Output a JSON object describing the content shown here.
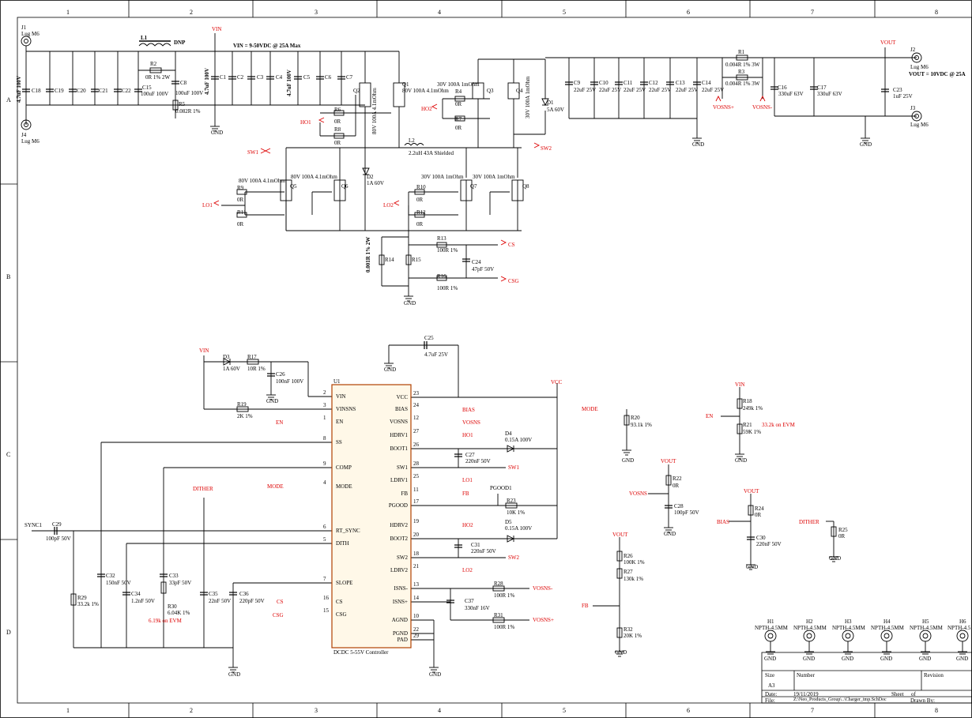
{
  "sheet": {
    "columns": [
      "1",
      "2",
      "3",
      "4",
      "5",
      "6",
      "7",
      "8"
    ],
    "rows": [
      "A",
      "B",
      "C",
      "D"
    ]
  },
  "nets": {
    "vin": "VIN",
    "vin_note": "VIN = 9-50VDC @ 25A Max",
    "vout": "VOUT",
    "vout_note": "VOUT = 10VDC @ 25A",
    "vcc": "VCC",
    "gnd": "GND",
    "sw1": "SW1",
    "sw2": "SW2",
    "ho1": "HO1",
    "ho2": "HO2",
    "lo1": "LO1",
    "lo2": "LO2",
    "cs": "CS",
    "csg": "CSG",
    "vosns_p": "VOSNS+",
    "vosns_n": "VOSNS-",
    "vosns": "VOSNS",
    "en": "EN",
    "mode": "MODE",
    "bias": "BIAS",
    "dither": "DITHER",
    "fb": "FB",
    "pgood1": "PGOOD1",
    "sync1": "SYNC1"
  },
  "power_stage": {
    "j1": [
      "J1",
      "Lug M6"
    ],
    "j4": [
      "J4",
      "Lug M6"
    ],
    "j2": [
      "J2",
      "Lug M6"
    ],
    "j3": [
      "J3",
      "Lug M6"
    ],
    "c18": [
      "C18",
      "4.7uF 100V"
    ],
    "c19": "C19",
    "c20": "C20",
    "c21": "C21",
    "c22": "C22",
    "l1": [
      "L1",
      "DNP"
    ],
    "r2": [
      "R2",
      "0R 1% 2W"
    ],
    "c15": [
      "C15",
      "100uF 100V"
    ],
    "c8": [
      "C8",
      "100uF 100V"
    ],
    "r5": [
      "R5",
      "0.082R 1%"
    ],
    "c1": [
      "C1",
      "4.7uF 100V"
    ],
    "c2": "C2",
    "c3": "C3",
    "c4": "C4",
    "c5": "C5",
    "c6": "C6",
    "c7": "C7",
    "c4v": "4.7uF 100V",
    "q1": [
      "Q1",
      "80V 100A 4.1mOhm"
    ],
    "q2": [
      "Q2",
      "80V 100A 4.1mOhm"
    ],
    "r6": [
      "R6",
      "0R"
    ],
    "r8": [
      "R8",
      "0R"
    ],
    "q3": [
      "Q3",
      "30V 100A 1mOhm"
    ],
    "r4": [
      "R4",
      "0R"
    ],
    "r7": [
      "R7",
      "0R"
    ],
    "q4": [
      "Q4",
      "30V 100A 1mOhm"
    ],
    "d1": [
      "D1",
      "5A 60V"
    ],
    "l2": [
      "L2",
      "2.2uH 43A Shielded"
    ],
    "c9": [
      "C9",
      "22uF 25V"
    ],
    "c10": [
      "C10",
      "22uF 25V"
    ],
    "c11": [
      "C11",
      "22uF 25V"
    ],
    "c12": [
      "C12",
      "22uF 25V"
    ],
    "c13": [
      "C13",
      "22uF 25V"
    ],
    "c14": [
      "C14",
      "22uF 25V"
    ],
    "r1": [
      "R1",
      "0.004R 1% 3W"
    ],
    "r3": [
      "R3",
      "0.004R 1% 3W"
    ],
    "c16": [
      "C16",
      "330uF 63V"
    ],
    "c17": [
      "C17",
      "330uF 63V"
    ],
    "c23": [
      "C23",
      "1uF 25V"
    ],
    "q5": [
      "Q5",
      "80V 100A 4.1mOhm"
    ],
    "r9": [
      "R9",
      "0R"
    ],
    "r11": [
      "R11",
      "0R"
    ],
    "q6": [
      "Q6",
      "80V 100A 4.1mOhm"
    ],
    "d2": [
      "D2",
      "1A 60V"
    ],
    "q7": [
      "Q7",
      "30V 100A 1mOhm"
    ],
    "r10": [
      "R10",
      "0R"
    ],
    "r12": [
      "R12",
      "0R"
    ],
    "q8": [
      "Q8",
      "30V 100A 1mOhm"
    ],
    "r14": [
      "R14",
      "0.001R 1% 2W"
    ],
    "r15": "R15",
    "r13": [
      "R13",
      "100R 1%"
    ],
    "r16": [
      "R16",
      "100R 1%"
    ],
    "c24": [
      "C24",
      "47pF 50V"
    ]
  },
  "controller": {
    "ref": "U1",
    "name": "DCDC 5-55V Controller",
    "left_pins": [
      {
        "num": "2",
        "name": "VIN"
      },
      {
        "num": "3",
        "name": "VINSNS"
      },
      {
        "num": "1",
        "name": "EN"
      },
      {
        "num": "8",
        "name": "SS"
      },
      {
        "num": "9",
        "name": "COMP"
      },
      {
        "num": "4",
        "name": "MODE"
      },
      {
        "num": "6",
        "name": "RT_SYNC"
      },
      {
        "num": "5",
        "name": "DITH"
      },
      {
        "num": "7",
        "name": "SLOPE"
      },
      {
        "num": "16",
        "name": "CS"
      },
      {
        "num": "15",
        "name": "CSG"
      }
    ],
    "right_pins": [
      {
        "num": "23",
        "name": "VCC"
      },
      {
        "num": "24",
        "name": "BIAS"
      },
      {
        "num": "12",
        "name": "VOSNS"
      },
      {
        "num": "27",
        "name": "HDRV1"
      },
      {
        "num": "26",
        "name": "BOOT1"
      },
      {
        "num": "28",
        "name": "SW1"
      },
      {
        "num": "25",
        "name": "LDRV1"
      },
      {
        "num": "11",
        "name": "FB"
      },
      {
        "num": "17",
        "name": "PGOOD"
      },
      {
        "num": "19",
        "name": "HDRV2"
      },
      {
        "num": "20",
        "name": "BOOT2"
      },
      {
        "num": "18",
        "name": "SW2"
      },
      {
        "num": "21",
        "name": "LDRV2"
      },
      {
        "num": "13",
        "name": "ISNS-"
      },
      {
        "num": "14",
        "name": "ISNS+"
      },
      {
        "num": "10",
        "name": "AGND"
      },
      {
        "num": "22",
        "name": "PGND"
      },
      {
        "num": "29",
        "name": "PAD"
      }
    ]
  },
  "control_parts": {
    "d3": [
      "D3",
      "1A 60V"
    ],
    "r17": [
      "R17",
      "10R 1%"
    ],
    "c26": [
      "C26",
      "100nF 100V"
    ],
    "r19": [
      "R19",
      "2K 1%"
    ],
    "c25": [
      "C25",
      "4.7uF 25V"
    ],
    "c27": [
      "C27",
      "220nF 50V"
    ],
    "d4": [
      "D4",
      "0.15A 100V"
    ],
    "r23": [
      "R23",
      "10K 1%"
    ],
    "d5": [
      "D5",
      "0.15A 100V"
    ],
    "c31": [
      "C31",
      "220nF 50V"
    ],
    "r28": [
      "R28",
      "100R 1%"
    ],
    "c37": [
      "C37",
      "330nF 16V"
    ],
    "r31": [
      "R31",
      "100R 1%"
    ],
    "c29": [
      "C29",
      "100pF 50V"
    ],
    "r29": [
      "R29",
      "33.2k 1%"
    ],
    "c32": [
      "C32",
      "150nF 50V"
    ],
    "c34": [
      "C34",
      "1.2nF 50V"
    ],
    "c33": [
      "C33",
      "33pF 50V"
    ],
    "r30": [
      "R30",
      "6.04K 1%"
    ],
    "r30_note": "6.19k on EVM",
    "c35": [
      "C35",
      "22nF 50V"
    ],
    "c36": [
      "C36",
      "220pF 50V"
    ],
    "r20": [
      "R20",
      "93.1k 1%"
    ],
    "r18": [
      "R18",
      "249k 1%"
    ],
    "r21": [
      "R21",
      "59K 1%"
    ],
    "r21_note": "33.2k on EVM",
    "r22": [
      "R22",
      "0R"
    ],
    "c28": [
      "C28",
      "100pF 50V"
    ],
    "r24": [
      "R24",
      "0R"
    ],
    "c30": [
      "C30",
      "220nF 50V"
    ],
    "r25": [
      "R25",
      "0R"
    ],
    "r26": [
      "R26",
      "100K 1%"
    ],
    "r27": [
      "R27",
      "130k 1%"
    ],
    "r32": [
      "R32",
      "20K 1%"
    ]
  },
  "mounting_holes": [
    {
      "ref": "H1",
      "value": "NPTH-4.5MM"
    },
    {
      "ref": "H2",
      "value": "NPTH-4.5MM"
    },
    {
      "ref": "H3",
      "value": "NPTH-4.5MM"
    },
    {
      "ref": "H4",
      "value": "NPTH-4.5MM"
    },
    {
      "ref": "H5",
      "value": "NPTH-4.5MM"
    },
    {
      "ref": "H6",
      "value": "NPTH-4.5"
    }
  ],
  "title_block": {
    "size_label": "Size",
    "size": "A3",
    "number_label": "Number",
    "revision_label": "Revision",
    "date_label": "Date:",
    "date": "19/11/2019",
    "sheet_label": "Sheet",
    "of_label": "of",
    "file_label": "File:",
    "file": "Z:\\Neo_Products_Group\\..\\Charger_tmp.SchDoc",
    "drawn_label": "Drawn By:"
  }
}
